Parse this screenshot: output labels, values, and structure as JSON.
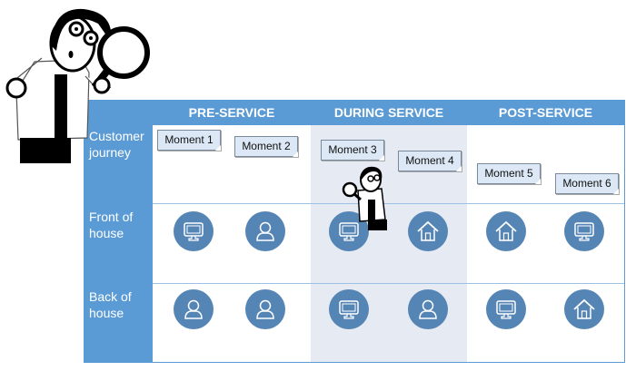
{
  "phases": [
    "PRE-SERVICE",
    "DURING SERVICE",
    "POST-SERVICE"
  ],
  "rows": [
    {
      "label_line1": "Customer",
      "label_line2": "journey"
    },
    {
      "label_line1": "Front of",
      "label_line2": "house"
    },
    {
      "label_line1": "Back of",
      "label_line2": "house"
    }
  ],
  "moments": [
    "Moment 1",
    "Moment 2",
    "Moment 3",
    "Moment 4",
    "Moment 5",
    "Moment 6"
  ],
  "front_of_house_icons": [
    "monitor-icon",
    "person-icon",
    "monitor-icon",
    "house-icon",
    "house-icon",
    "monitor-icon"
  ],
  "back_of_house_icons": [
    "person-icon",
    "person-icon",
    "monitor-icon",
    "person-icon",
    "monitor-icon",
    "house-icon"
  ],
  "colors": {
    "frame": "#5b9bd5",
    "icon_circle": "#5585b5",
    "during_column": "#e6ebf3",
    "moment_card": "#dce8f5"
  }
}
